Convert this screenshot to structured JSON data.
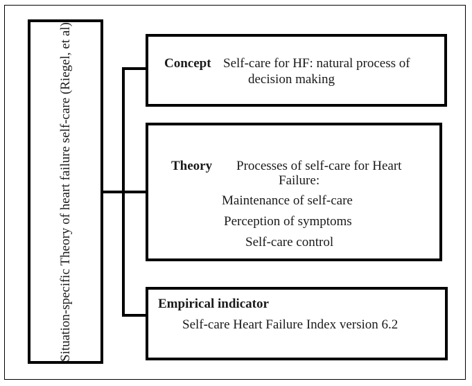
{
  "diagram": {
    "root": {
      "label": "Situation-specific Theory of heart failure self-care (Riegel, et al)"
    },
    "concept": {
      "heading": "Concept",
      "line1": "Self-care for HF: natural process of",
      "line2": "decision making"
    },
    "theory": {
      "heading": "Theory",
      "line1": "Processes of self-care for Heart",
      "line2": "Failure:",
      "items": [
        "Maintenance of self-care",
        "Perception of symptoms",
        "Self-care control"
      ]
    },
    "empirical": {
      "heading": "Empirical indicator",
      "text": "Self-care Heart Failure Index version 6.2"
    }
  },
  "colors": {
    "line": "#000000",
    "text": "#1a1a1a",
    "background": "#ffffff"
  }
}
